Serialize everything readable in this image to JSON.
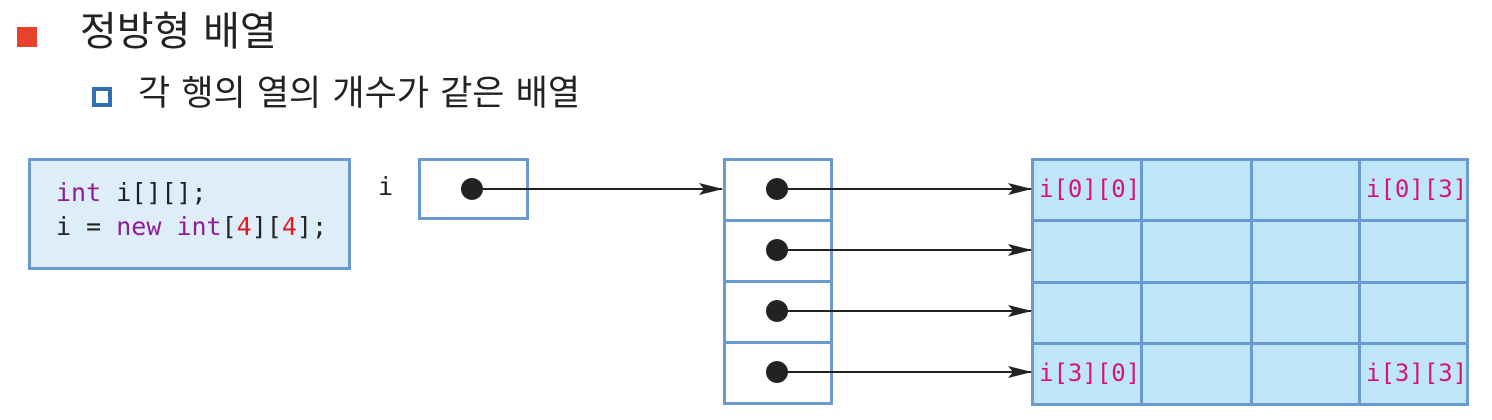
{
  "header": {
    "title": "정방형 배열",
    "subtitle": "각 행의 열의 개수가 같은 배열"
  },
  "code": {
    "line1": {
      "kw": "int",
      "rest": " i[][];"
    },
    "line2": {
      "pre": "i = ",
      "kw1": "new",
      "mid1": " ",
      "kw2": "int",
      "b1": "[",
      "n1": "4",
      "b2": "][",
      "n2": "4",
      "b3": "];"
    }
  },
  "diagram": {
    "variable": "i",
    "cells": {
      "r0c0": "i[0][0]",
      "r0c3": "i[0][3]",
      "r3c0": "i[3][0]",
      "r3c3": "i[3][3]"
    }
  },
  "colors": {
    "bullet_main": "#e8412c",
    "bullet_sub": "#2f6db5",
    "box_border": "#6a9bd0",
    "code_bg": "#ddeef9",
    "grid_bg": "#bfe6f8",
    "cell_label": "#d6137d",
    "keyword": "#8f1e98",
    "number": "#e01b24"
  }
}
